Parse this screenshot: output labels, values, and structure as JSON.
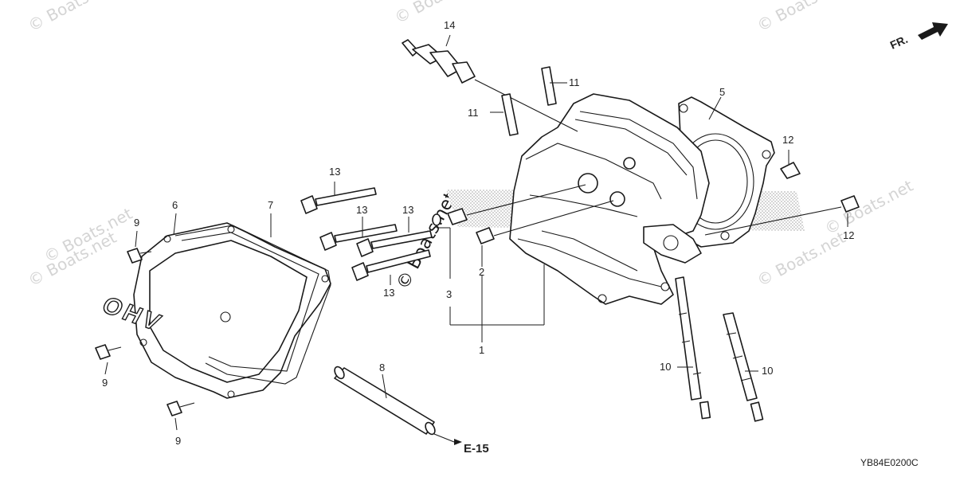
{
  "direction_label": "FR.",
  "figure_code": "YB84E0200C",
  "reference_label": "E-15",
  "watermarks": [
    "© Boats.net",
    "© Boats.net",
    "© Boats.net",
    "© Boats.net",
    "© Boats.net",
    "© Boats.net",
    "© Boats.net",
    "© Boats.net"
  ],
  "callouts": {
    "c1": "1",
    "c2": "2",
    "c3": "3",
    "c5": "5",
    "c6": "6",
    "c7": "7",
    "c8": "8",
    "c9a": "9",
    "c9b": "9",
    "c9c": "9",
    "c10a": "10",
    "c10b": "10",
    "c11a": "11",
    "c11b": "11",
    "c12a": "12",
    "c12b": "12",
    "c13a": "13",
    "c13b": "13",
    "c13c": "13",
    "c13d": "13",
    "c14": "14"
  },
  "cover_logo": "OHV",
  "colors": {
    "line": "#1a1a1a",
    "watermark": "#d4d4d4",
    "shading": "#c8c8c8"
  }
}
